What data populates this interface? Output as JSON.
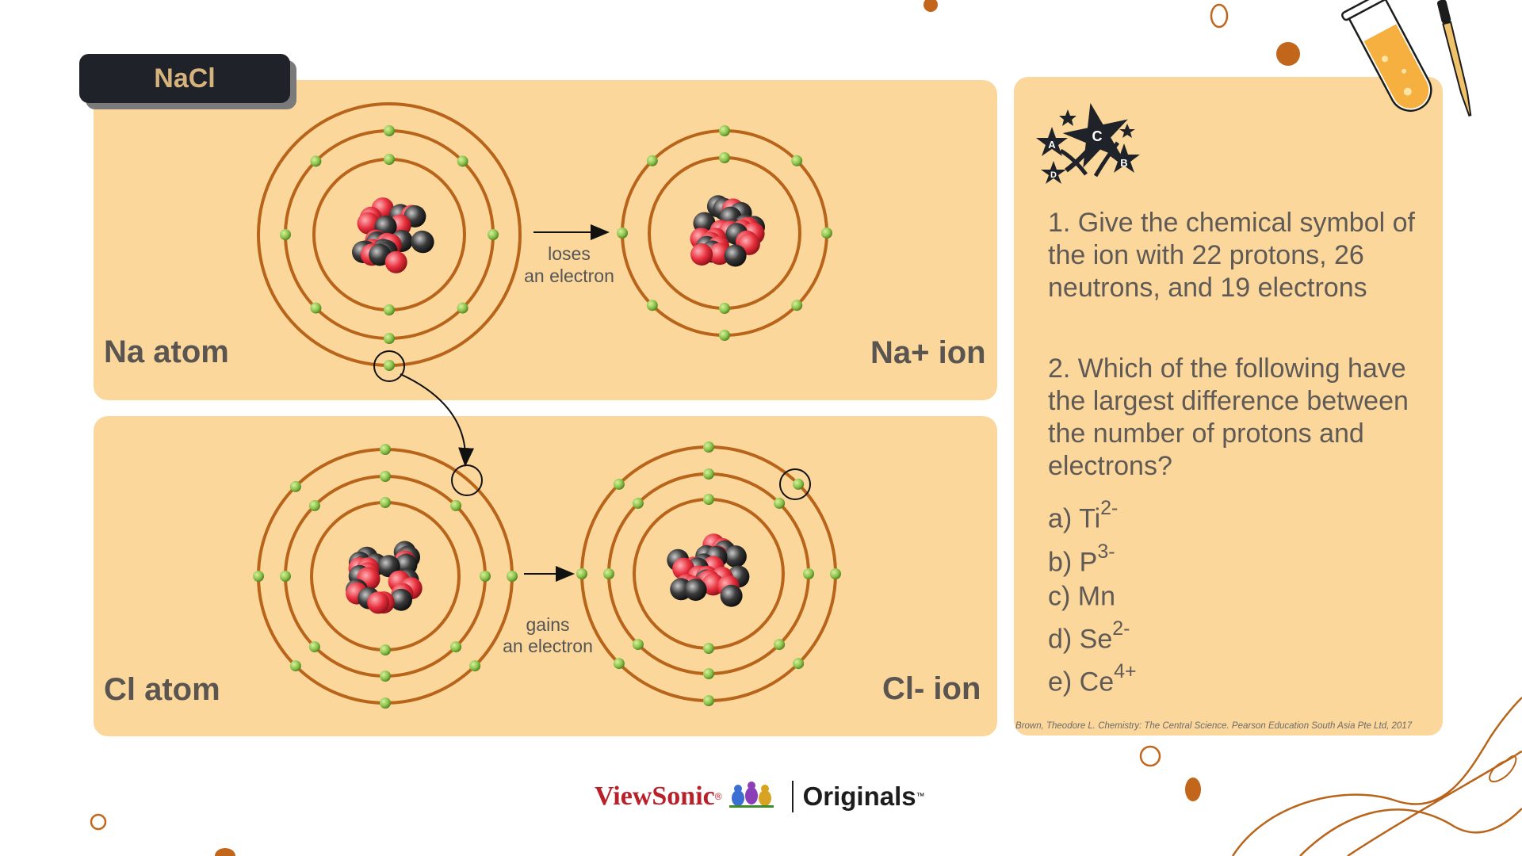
{
  "title_tab": "NaCl",
  "panels": {
    "top": {
      "left_label": "Na atom",
      "right_label": "Na+ ion",
      "arrow_caption_line1": "loses",
      "arrow_caption_line2": "an electron"
    },
    "bottom": {
      "left_label": "Cl atom",
      "right_label": "Cl- ion",
      "arrow_caption_line1": "gains",
      "arrow_caption_line2": "an electron"
    }
  },
  "questions": {
    "q1": "1. Give the chemical symbol of the ion with 22 protons, 26 neutrons, and 19 electrons",
    "q2": "2. Which of the following have the largest difference between the number of protons and electrons?",
    "options": [
      {
        "prefix": "a) Ti",
        "sup": "2-"
      },
      {
        "prefix": "b) P",
        "sup": "3-"
      },
      {
        "prefix": "c) Mn",
        "sup": ""
      },
      {
        "prefix": "d) Se",
        "sup": "2-"
      },
      {
        "prefix": "e) Ce",
        "sup": "4+"
      }
    ],
    "star_letters": [
      "A",
      "B",
      "C",
      "D"
    ]
  },
  "citation": "Brown, Theodore L. Chemistry: The Central Science. Pearson Education South Asia Pte Ltd, 2017",
  "footer": {
    "brand": "ViewSonic",
    "brand_mark": "®",
    "product": "Originals",
    "product_mark": "™"
  },
  "colors": {
    "panel": "#fcd79b",
    "orbit": "#b8651b",
    "electron": "#8bc34a",
    "proton": "#e8303d",
    "neutron": "#3a3a3a",
    "accent_dot": "#c2661c",
    "title_tab": "#1f2329"
  },
  "icons": [
    "stars-icon",
    "test-tube-icon",
    "pipette-icon"
  ]
}
